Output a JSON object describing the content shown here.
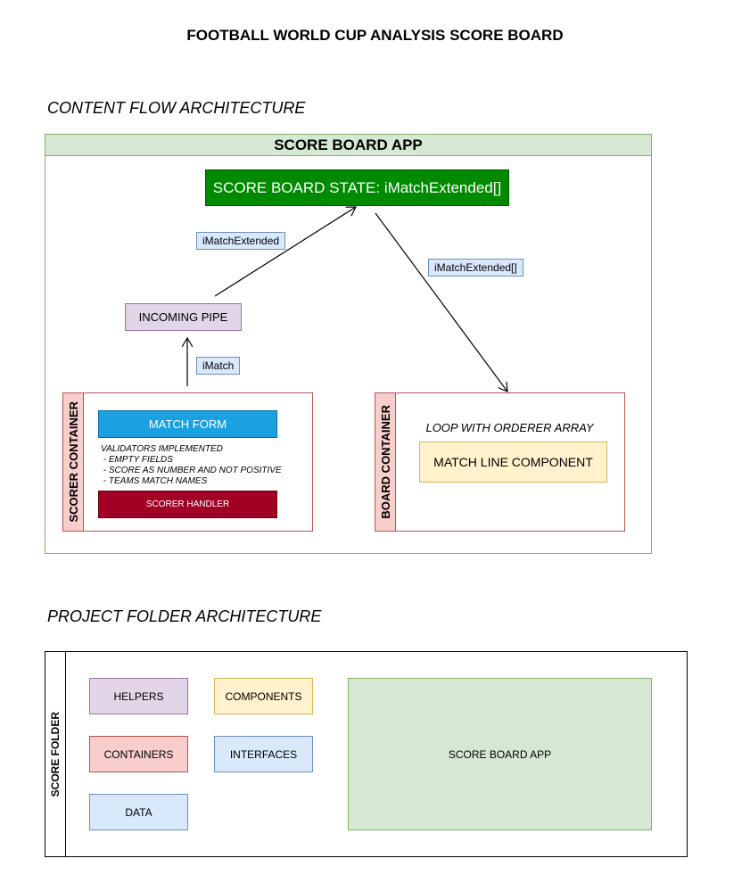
{
  "title": "FOOTBALL WORLD CUP ANALYSIS SCORE BOARD",
  "content_flow": {
    "section_title": "CONTENT FLOW ARCHITECTURE",
    "app_label": "SCORE BOARD APP",
    "state_label": "SCORE BOARD STATE: iMatchExtended[]",
    "tag_left": "iMatchExtended",
    "tag_right": "iMatchExtended[]",
    "tag_bottom": "iMatch",
    "incoming_pipe": "INCOMING PIPE",
    "scorer_container": {
      "label": "SCORER CONTAINER",
      "match_form": "MATCH FORM",
      "validators": [
        "VALIDATORS IMPLEMENTED",
        " - EMPTY FIELDS",
        " - SCORE AS NUMBER AND NOT POSITIVE",
        " - TEAMS MATCH NAMES"
      ],
      "handler": "SCORER HANDLER"
    },
    "board_container": {
      "label": "BOARD CONTAINER",
      "loop_label": "LOOP WITH ORDERER ARRAY",
      "match_line": "MATCH LINE COMPONENT"
    }
  },
  "folder": {
    "section_title": "PROJECT FOLDER ARCHITECTURE",
    "folder_label": "SCORE FOLDER",
    "helpers": "HELPERS",
    "components": "COMPONENTS",
    "containers": "CONTAINERS",
    "interfaces": "INTERFACES",
    "data": "DATA",
    "app": "SCORE BOARD APP"
  },
  "colors": {
    "app_header": "#d5e8d4",
    "state": "#008a00",
    "tag": "#dae8fc",
    "pipe": "#e1d5e7",
    "container_strip": "#f8cecc",
    "match_form": "#1ba1e2",
    "scorer_handler": "#a20025",
    "match_line": "#fff2cc"
  }
}
